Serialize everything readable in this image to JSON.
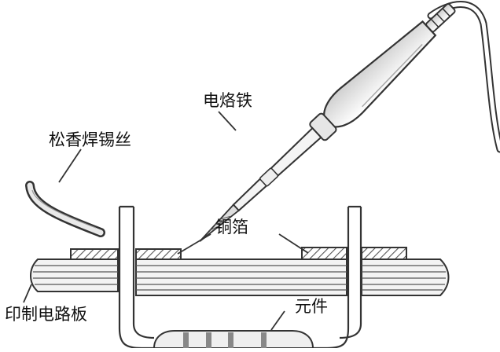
{
  "diagram": {
    "labels": {
      "soldering_iron": "电烙铁",
      "rosin_solder_wire": "松香焊锡丝",
      "copper_foil": "铜箔",
      "pcb": "印制电路板",
      "component": "元件"
    },
    "colors": {
      "line": "#333333",
      "fill_light": "#f2f2f2",
      "fill_mid": "#dddddd",
      "hatch": "#555555",
      "background": "#ffffff"
    }
  }
}
